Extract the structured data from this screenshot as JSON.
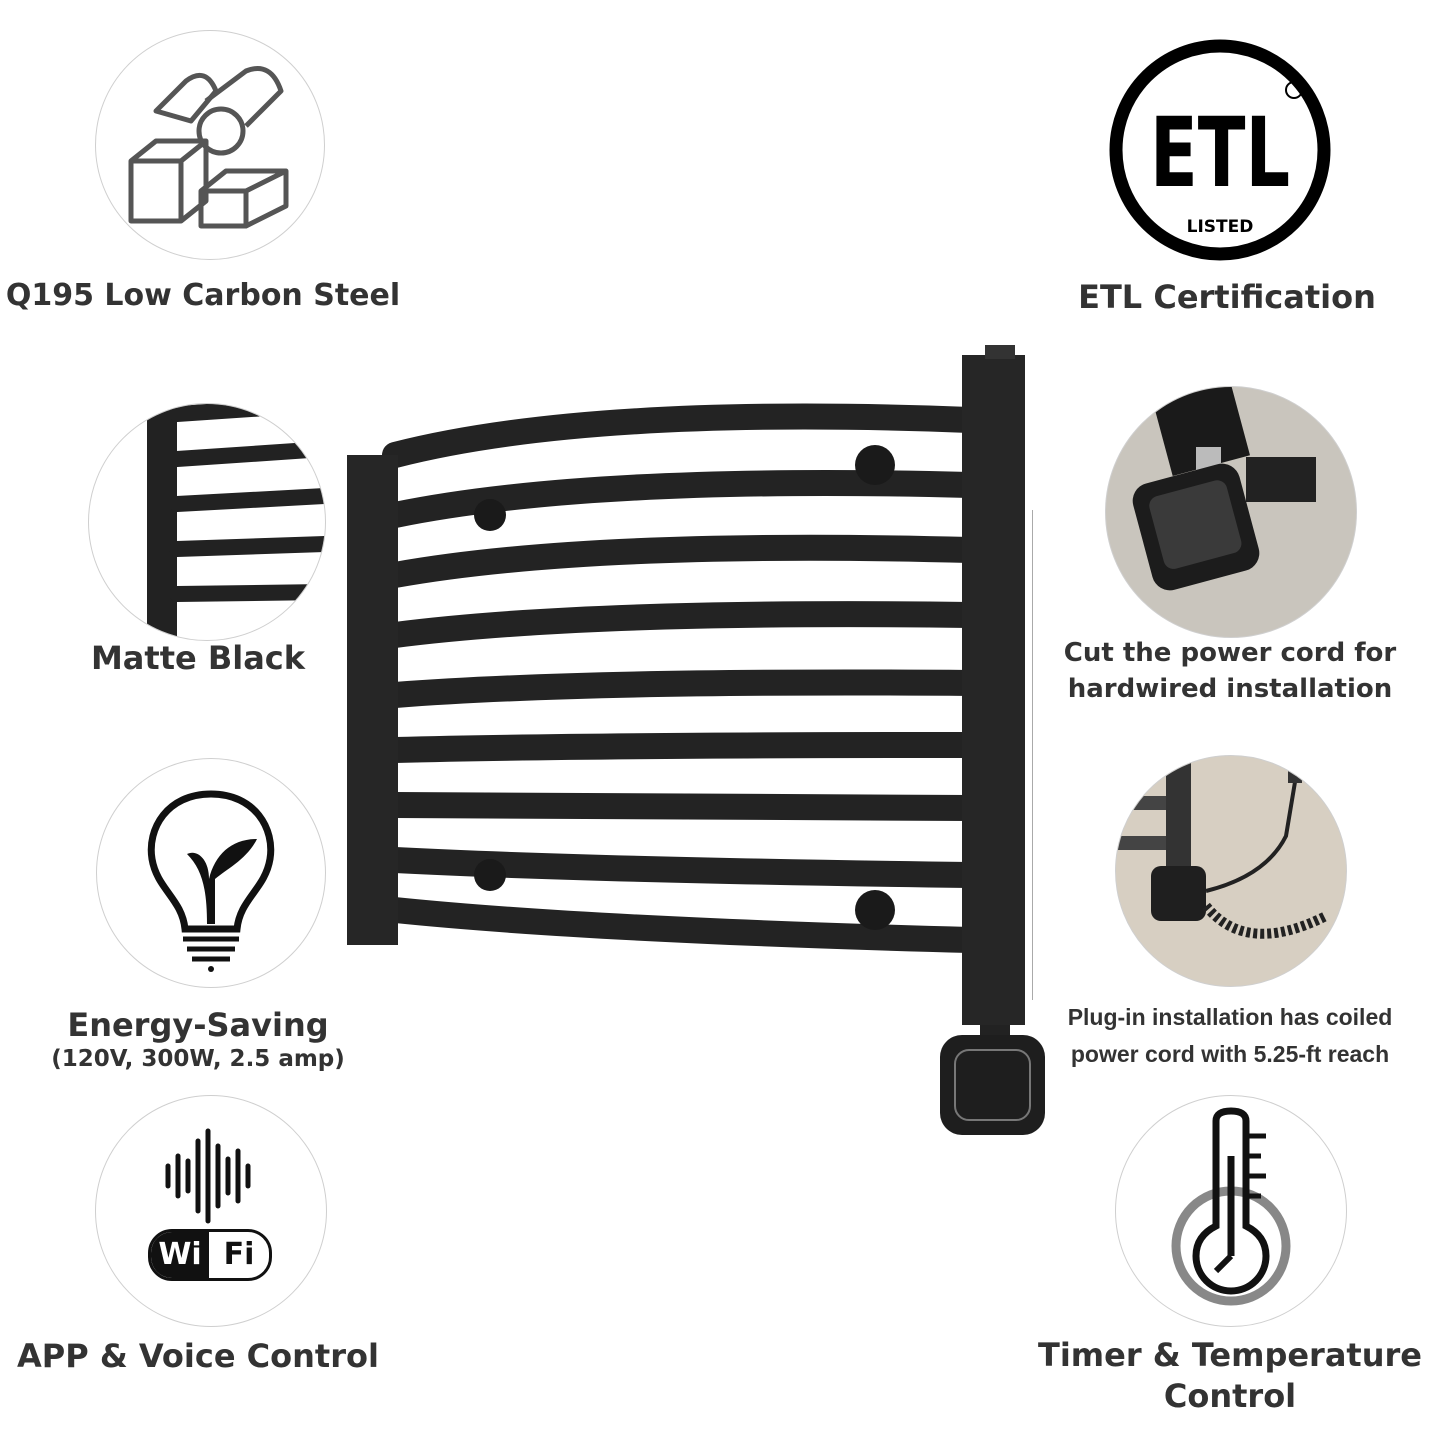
{
  "features_left": [
    {
      "label": "Q195 Low Carbon Steel",
      "icon": "steel-profiles-icon"
    },
    {
      "label": "Matte Black",
      "icon": "rail-closeup-image"
    },
    {
      "label": "Energy-Saving",
      "sublabel": "(120V, 300W, 2.5 amp)",
      "icon": "eco-bulb-icon"
    },
    {
      "label": "APP & Voice Control",
      "icon": "wifi-voice-icon",
      "badge_left": "Wi",
      "badge_right": "Fi"
    }
  ],
  "features_right": [
    {
      "label": "ETL Certification",
      "icon": "etl-listed-logo",
      "logo_text": "ETL",
      "logo_sub": "LISTED"
    },
    {
      "line1": "Cut the power cord for",
      "line2": "hardwired installation",
      "icon": "heater-closeup-image"
    },
    {
      "line1": "Plug-in installation has coiled",
      "line2": "power cord with 5.25-ft reach",
      "icon": "coiled-cord-image"
    },
    {
      "line1": "Timer & Temperature",
      "line2": "Control",
      "icon": "thermometer-icon"
    }
  ],
  "colors": {
    "text": "#333333",
    "product": "#222222",
    "circle_border": "#cfcfcf"
  }
}
